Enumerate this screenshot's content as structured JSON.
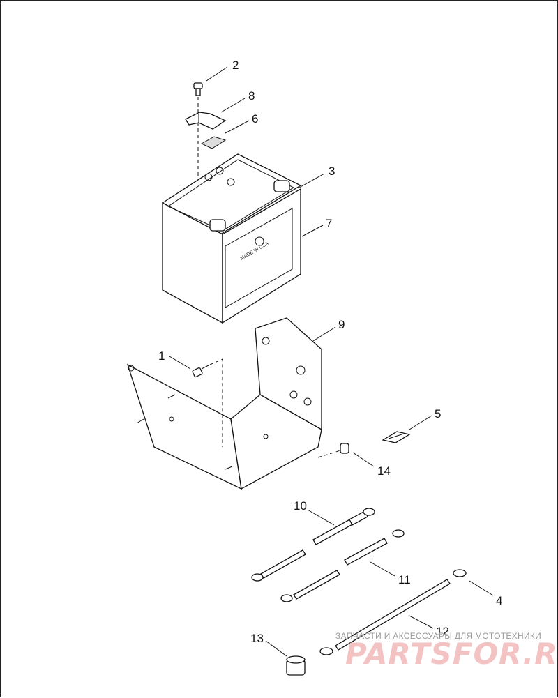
{
  "diagram": {
    "callouts": [
      "1",
      "2",
      "3",
      "4",
      "5",
      "6",
      "7",
      "8",
      "9",
      "10",
      "11",
      "12",
      "13",
      "14"
    ],
    "battery_label": "MADE IN USA"
  },
  "watermark": {
    "tagline": "ЗАПЧАСТИ И АКСЕССУАРЫ ДЛЯ МОТОТЕХНИКИ",
    "logo": "PARTSFOR.RU",
    "color": "#f0b0b0"
  }
}
